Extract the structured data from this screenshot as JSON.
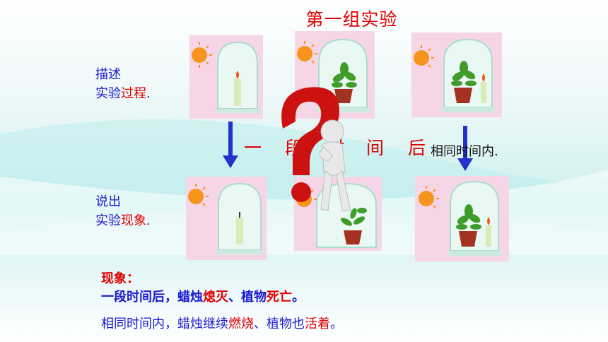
{
  "title": "第一组实验",
  "labels": {
    "describe_line1": "描述",
    "describe_line2_a": "实验",
    "describe_line2_b": "过程",
    "describe_line2_c": ".",
    "observe_line1": "说出",
    "observe_line2_a": "实验",
    "observe_line2_b": "现象",
    "observe_line2_c": "."
  },
  "middle": {
    "chars": [
      "一",
      "段",
      "时",
      "间",
      "后"
    ],
    "right_text": "相同时间内."
  },
  "observation": {
    "heading": "现象：",
    "line1_a": "一段时间后，蜡烛",
    "line1_b": "熄灭",
    "line1_c": "、植物",
    "line1_d": "死亡",
    "line1_e": "。",
    "line2_a": "相同时间内，蜡烛继续",
    "line2_b": "燃烧",
    "line2_c": "、植物也",
    "line2_d": "活着",
    "line2_e": "。"
  },
  "colors": {
    "red": "#e00000",
    "blue": "#1a1ad0",
    "panel": "#f6d6e6",
    "arrow": "#2233cc"
  }
}
